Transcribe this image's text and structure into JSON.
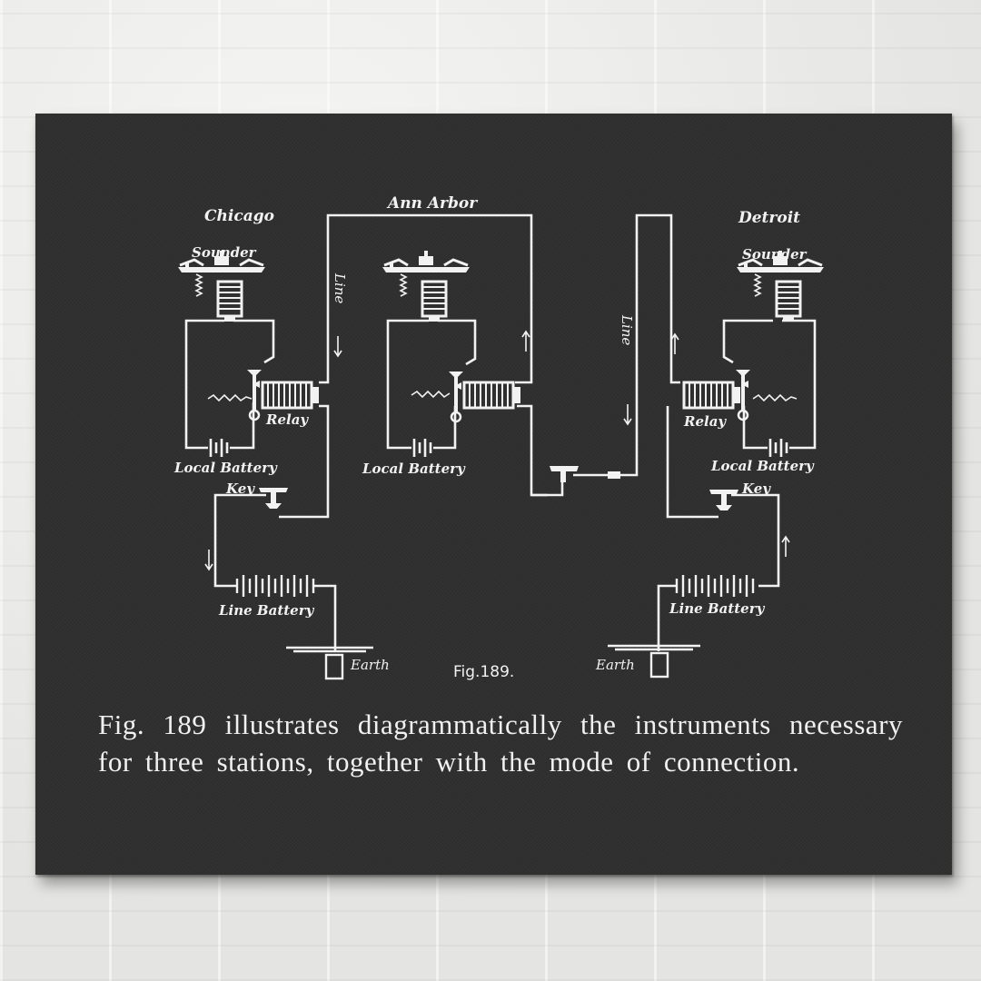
{
  "stations": [
    {
      "name": "Chicago",
      "sounder": "Sounder",
      "relay": "Relay",
      "local_battery": "Local Battery",
      "key": "Key",
      "line_battery": "Line Battery",
      "earth": "Earth"
    },
    {
      "name": "Ann Arbor",
      "local_battery": "Local Battery"
    },
    {
      "name": "Detroit",
      "sounder": "Sounder",
      "relay": "Relay",
      "local_battery": "Local Battery",
      "key": "Key",
      "line_battery": "Line Battery",
      "earth": "Earth"
    }
  ],
  "line_labels": [
    "Line",
    "Line"
  ],
  "figure_label": "Fig.189.",
  "caption": "Fig. 189 illustrates diagrammatically the instruments necessary for three stations, together with the mode of connection.",
  "colors": {
    "canvas": "#2f2f2f",
    "ink": "#f2f2f2",
    "wall": "#e9e9e7"
  }
}
